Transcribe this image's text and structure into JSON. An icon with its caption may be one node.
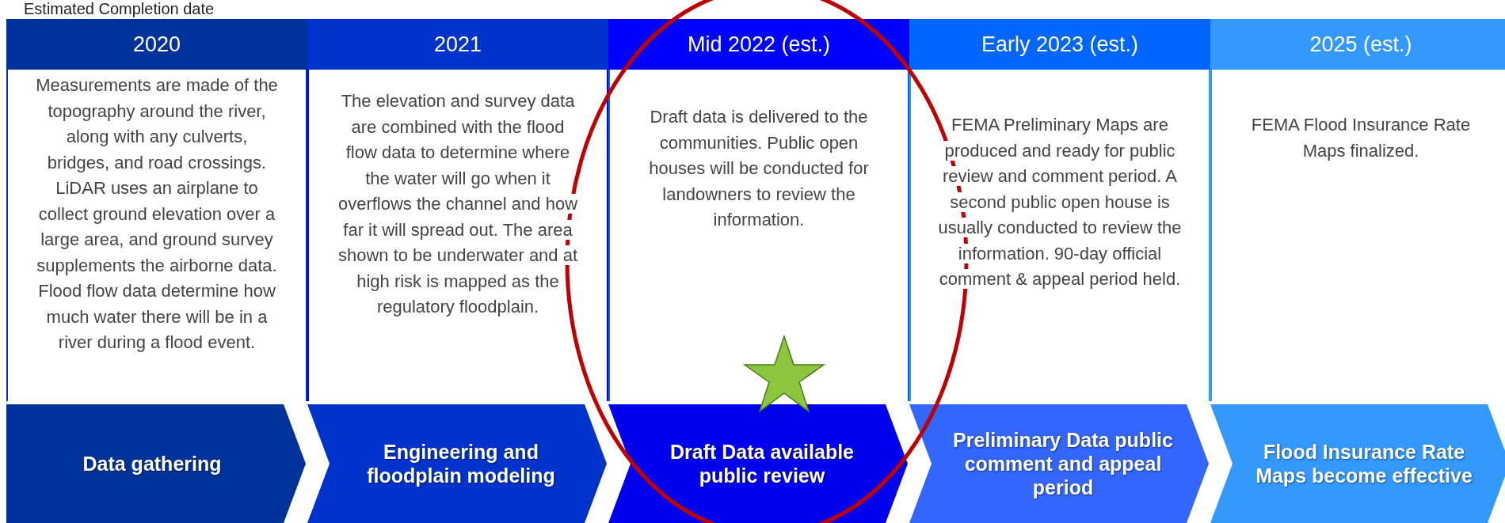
{
  "diagram": {
    "title": "Estimated Completion date",
    "nodes": [
      {
        "text": [
          "2020",
          "Measurements are made of the topography around the river, along with any culverts, bridges, and road crossings. LiDAR uses an airplane to collect ground elevation over a large area, and ground survey supplements the airborne data. Flood flow data determine how much water there will be in a river during a flood event."
        ]
      },
      {
        "text": [
          "2021",
          "The elevation and survey data are combined with the flood flow data to determine where the water will go when it overflows the channel and how far it will spread out. The area shown to be underwater and at high risk is mapped as the regulatory floodplain."
        ]
      },
      {
        "text": [
          "Mid 2022 (est.)",
          "Draft data is delivered to the communities. Public open houses will be conducted for landowners to review the information."
        ]
      },
      {
        "text": [
          "Early 2023 (est.)",
          "FEMA Preliminary Maps are produced and ready for public review and comment period. A second public open house is usually conducted to review the information. 90-day official comment & appeal period held."
        ]
      },
      {
        "text": [
          "2025 (est.)",
          "FEMA Flood Insurance Rate Maps finalized."
        ]
      },
      {
        "text": [
          "Data gathering"
        ]
      },
      {
        "text": [
          "Engineering and floodplain modeling"
        ]
      },
      {
        "text": [
          "Draft Data available public review"
        ]
      },
      {
        "text": [
          "Preliminary Data public comment and appeal period"
        ]
      },
      {
        "text": [
          "Flood Insurance Rate Maps become effective"
        ]
      }
    ],
    "edges": []
  }
}
